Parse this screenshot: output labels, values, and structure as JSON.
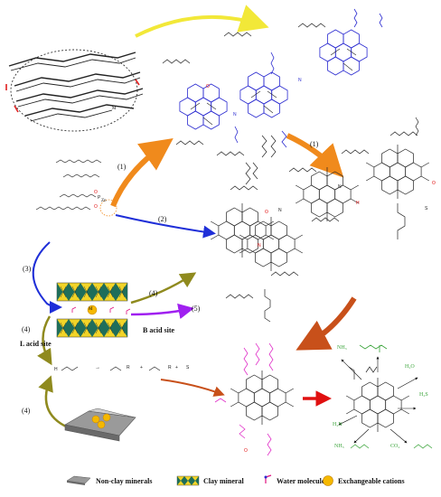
{
  "steps": {
    "s1_upper": "(1)",
    "s1_right": "(1)",
    "s2": "(2)",
    "s3": "(3)",
    "s4_top": "(4)",
    "s4_left": "(4)",
    "s4_bottom": "(4)",
    "s5": "(5)"
  },
  "labels": {
    "zn": "Zn",
    "mn": "M",
    "lewis_site": "L acid site",
    "bronsted_site": "B acid site",
    "cation": "M",
    "h2o": "H₂O",
    "h2s": "H₂S",
    "nh3_top": "NH₃",
    "nh3_bottom": "NH₃",
    "h2n": "H₂N",
    "co2": "CO₂"
  },
  "legend": {
    "nonclay": "Non-clay minerals",
    "clay": "Clay mineral",
    "water": "Water molecules",
    "cations": "Exchangeable cations"
  },
  "colors": {
    "yellow_arrow": "#f2e838",
    "orange_arrow": "#f08a1c",
    "blue_arrow": "#1f2fd8",
    "olive_arrow": "#8f8a1e",
    "purple_arrow": "#a020f0",
    "brown_arrow": "#c8501a",
    "red_arrow": "#e01010",
    "green_text": "#3aa43a",
    "pink_chain": "#e030c8",
    "clay_teal": "#1f6e5a",
    "clay_yellow": "#f2d428"
  }
}
